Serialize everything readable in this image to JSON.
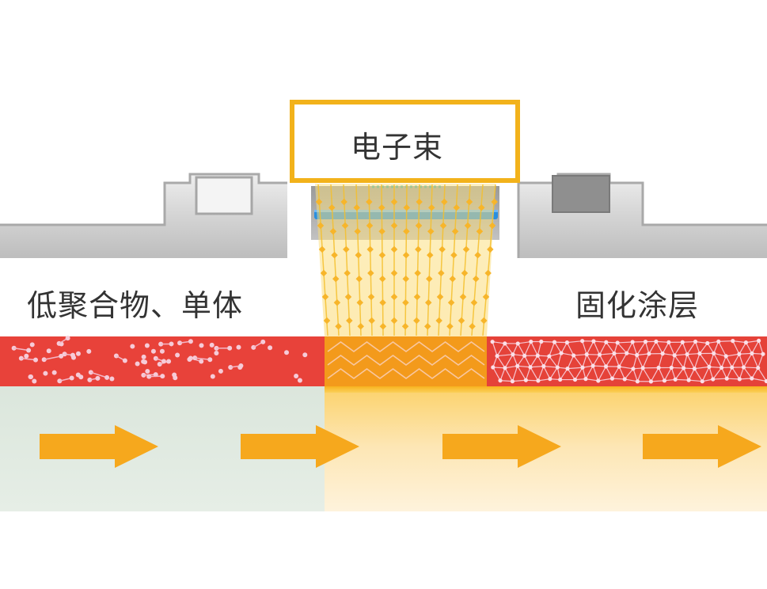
{
  "labels": {
    "beam": "电子束",
    "input": "低聚合物、单体",
    "output": "固化涂层"
  },
  "colors": {
    "beam_box_border": "#f2b21b",
    "beam_glow": "#f8d24a",
    "uncured_layer": "#e8423a",
    "curing_zone": "#f49a1c",
    "cured_layer": "#e8423a",
    "substrate_left": "#dfe8e0",
    "substrate_right": "#fde9b8",
    "arrow": "#f6a81d",
    "housing": "#cfcfcf",
    "window_strip": "#2a8fe0"
  },
  "icons": {
    "direction": "right-arrow-icon",
    "particles": "molecule-dot-icon"
  }
}
